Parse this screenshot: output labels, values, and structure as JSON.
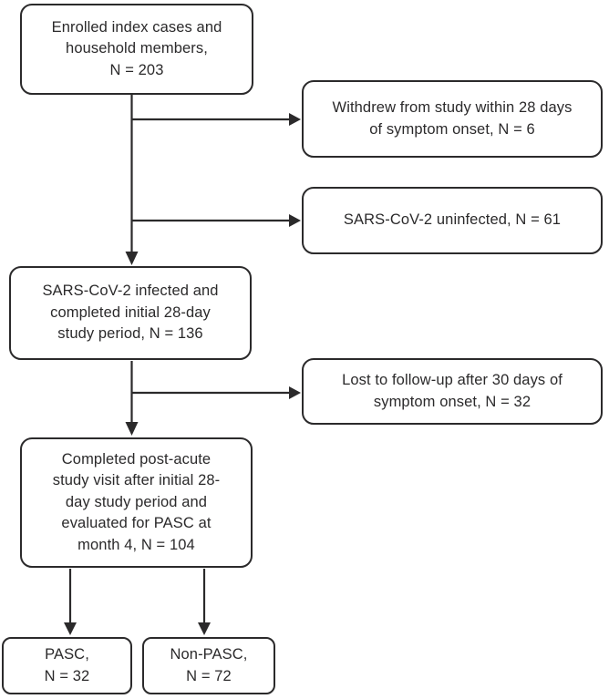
{
  "figure": {
    "type": "flowchart",
    "background_color": "#ffffff",
    "line_color": "#2b2a2b",
    "boxes": {
      "enrolled": {
        "label": "Enrolled index cases and\nhousehold members,\nN = 203",
        "n": 203
      },
      "withdrew": {
        "label": "Withdrew from study within 28 days\nof symptom onset, N = 6",
        "n": 6
      },
      "uninfected": {
        "label": "SARS-CoV-2 uninfected, N = 61",
        "n": 61
      },
      "infected": {
        "label": "SARS-CoV-2 infected and\ncompleted initial 28-day\nstudy period, N = 136",
        "n": 136
      },
      "lost": {
        "label": "Lost to follow-up after 30 days of\nsymptom onset, N = 32",
        "n": 32
      },
      "postacute": {
        "label": "Completed post-acute\nstudy visit after initial 28-\nday study period and\nevaluated for PASC at\nmonth 4, N = 104",
        "n": 104
      },
      "pasc": {
        "label": "PASC,\nN = 32",
        "n": 32
      },
      "nonpasc": {
        "label": "Non-PASC,\nN = 72",
        "n": 72
      }
    },
    "edges": [
      {
        "from": "enrolled",
        "to": "withdrew"
      },
      {
        "from": "enrolled",
        "to": "uninfected"
      },
      {
        "from": "enrolled",
        "to": "infected"
      },
      {
        "from": "infected",
        "to": "lost"
      },
      {
        "from": "infected",
        "to": "postacute"
      },
      {
        "from": "postacute",
        "to": "pasc"
      },
      {
        "from": "postacute",
        "to": "nonpasc"
      }
    ]
  }
}
